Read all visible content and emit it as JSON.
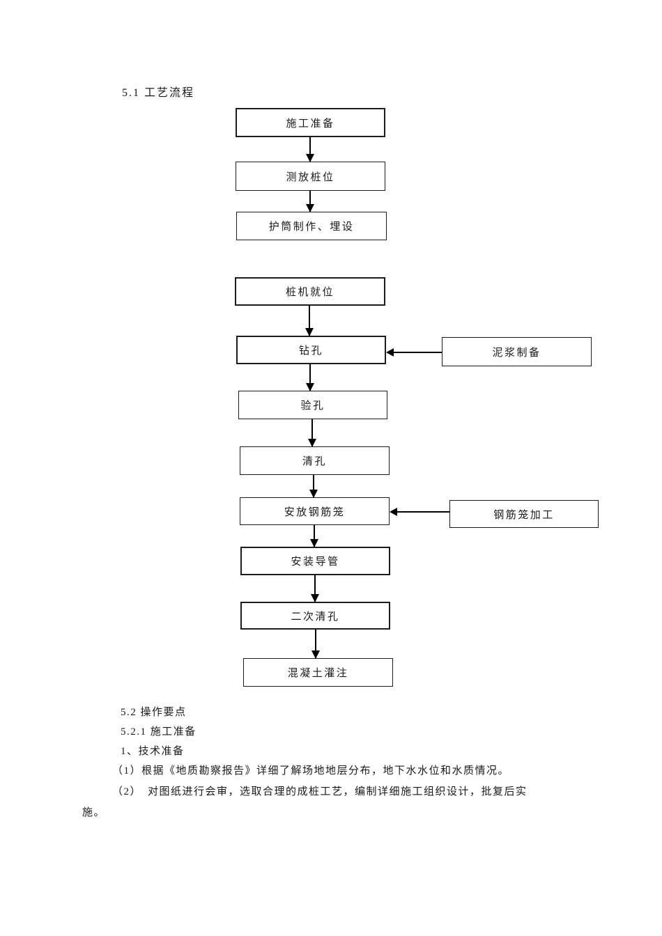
{
  "document": {
    "section_title": "5.1 工艺流程"
  },
  "flowchart": {
    "main_nodes": [
      {
        "label": "施工准备"
      },
      {
        "label": "测放桩位"
      },
      {
        "label": "护筒制作、埋设"
      },
      {
        "label": "桩机就位"
      },
      {
        "label": "钻孔"
      },
      {
        "label": "验孔"
      },
      {
        "label": "清孔"
      },
      {
        "label": "安放钢筋笼"
      },
      {
        "label": "安装导管"
      },
      {
        "label": "二次清孔"
      },
      {
        "label": "混凝土灌注"
      }
    ],
    "side_nodes": [
      {
        "label": "泥浆制备",
        "connects_to": "钻孔"
      },
      {
        "label": "钢筋笼加工",
        "connects_to": "安放钢筋笼"
      }
    ]
  },
  "body_text": {
    "heading_5_2": "5.2 操作要点",
    "heading_5_2_1": "5.2.1 施工准备",
    "list_item_1": "1、技术准备",
    "paragraph_1": "（1）根据《地质勘察报告》详细了解场地地层分布，地下水水位和水质情况。",
    "paragraph_2_line_1": "（2）　对图纸进行会审，选取合理的成桩工艺，编制详细施工组织设计，批复后实",
    "paragraph_2_line_2": "施。"
  }
}
